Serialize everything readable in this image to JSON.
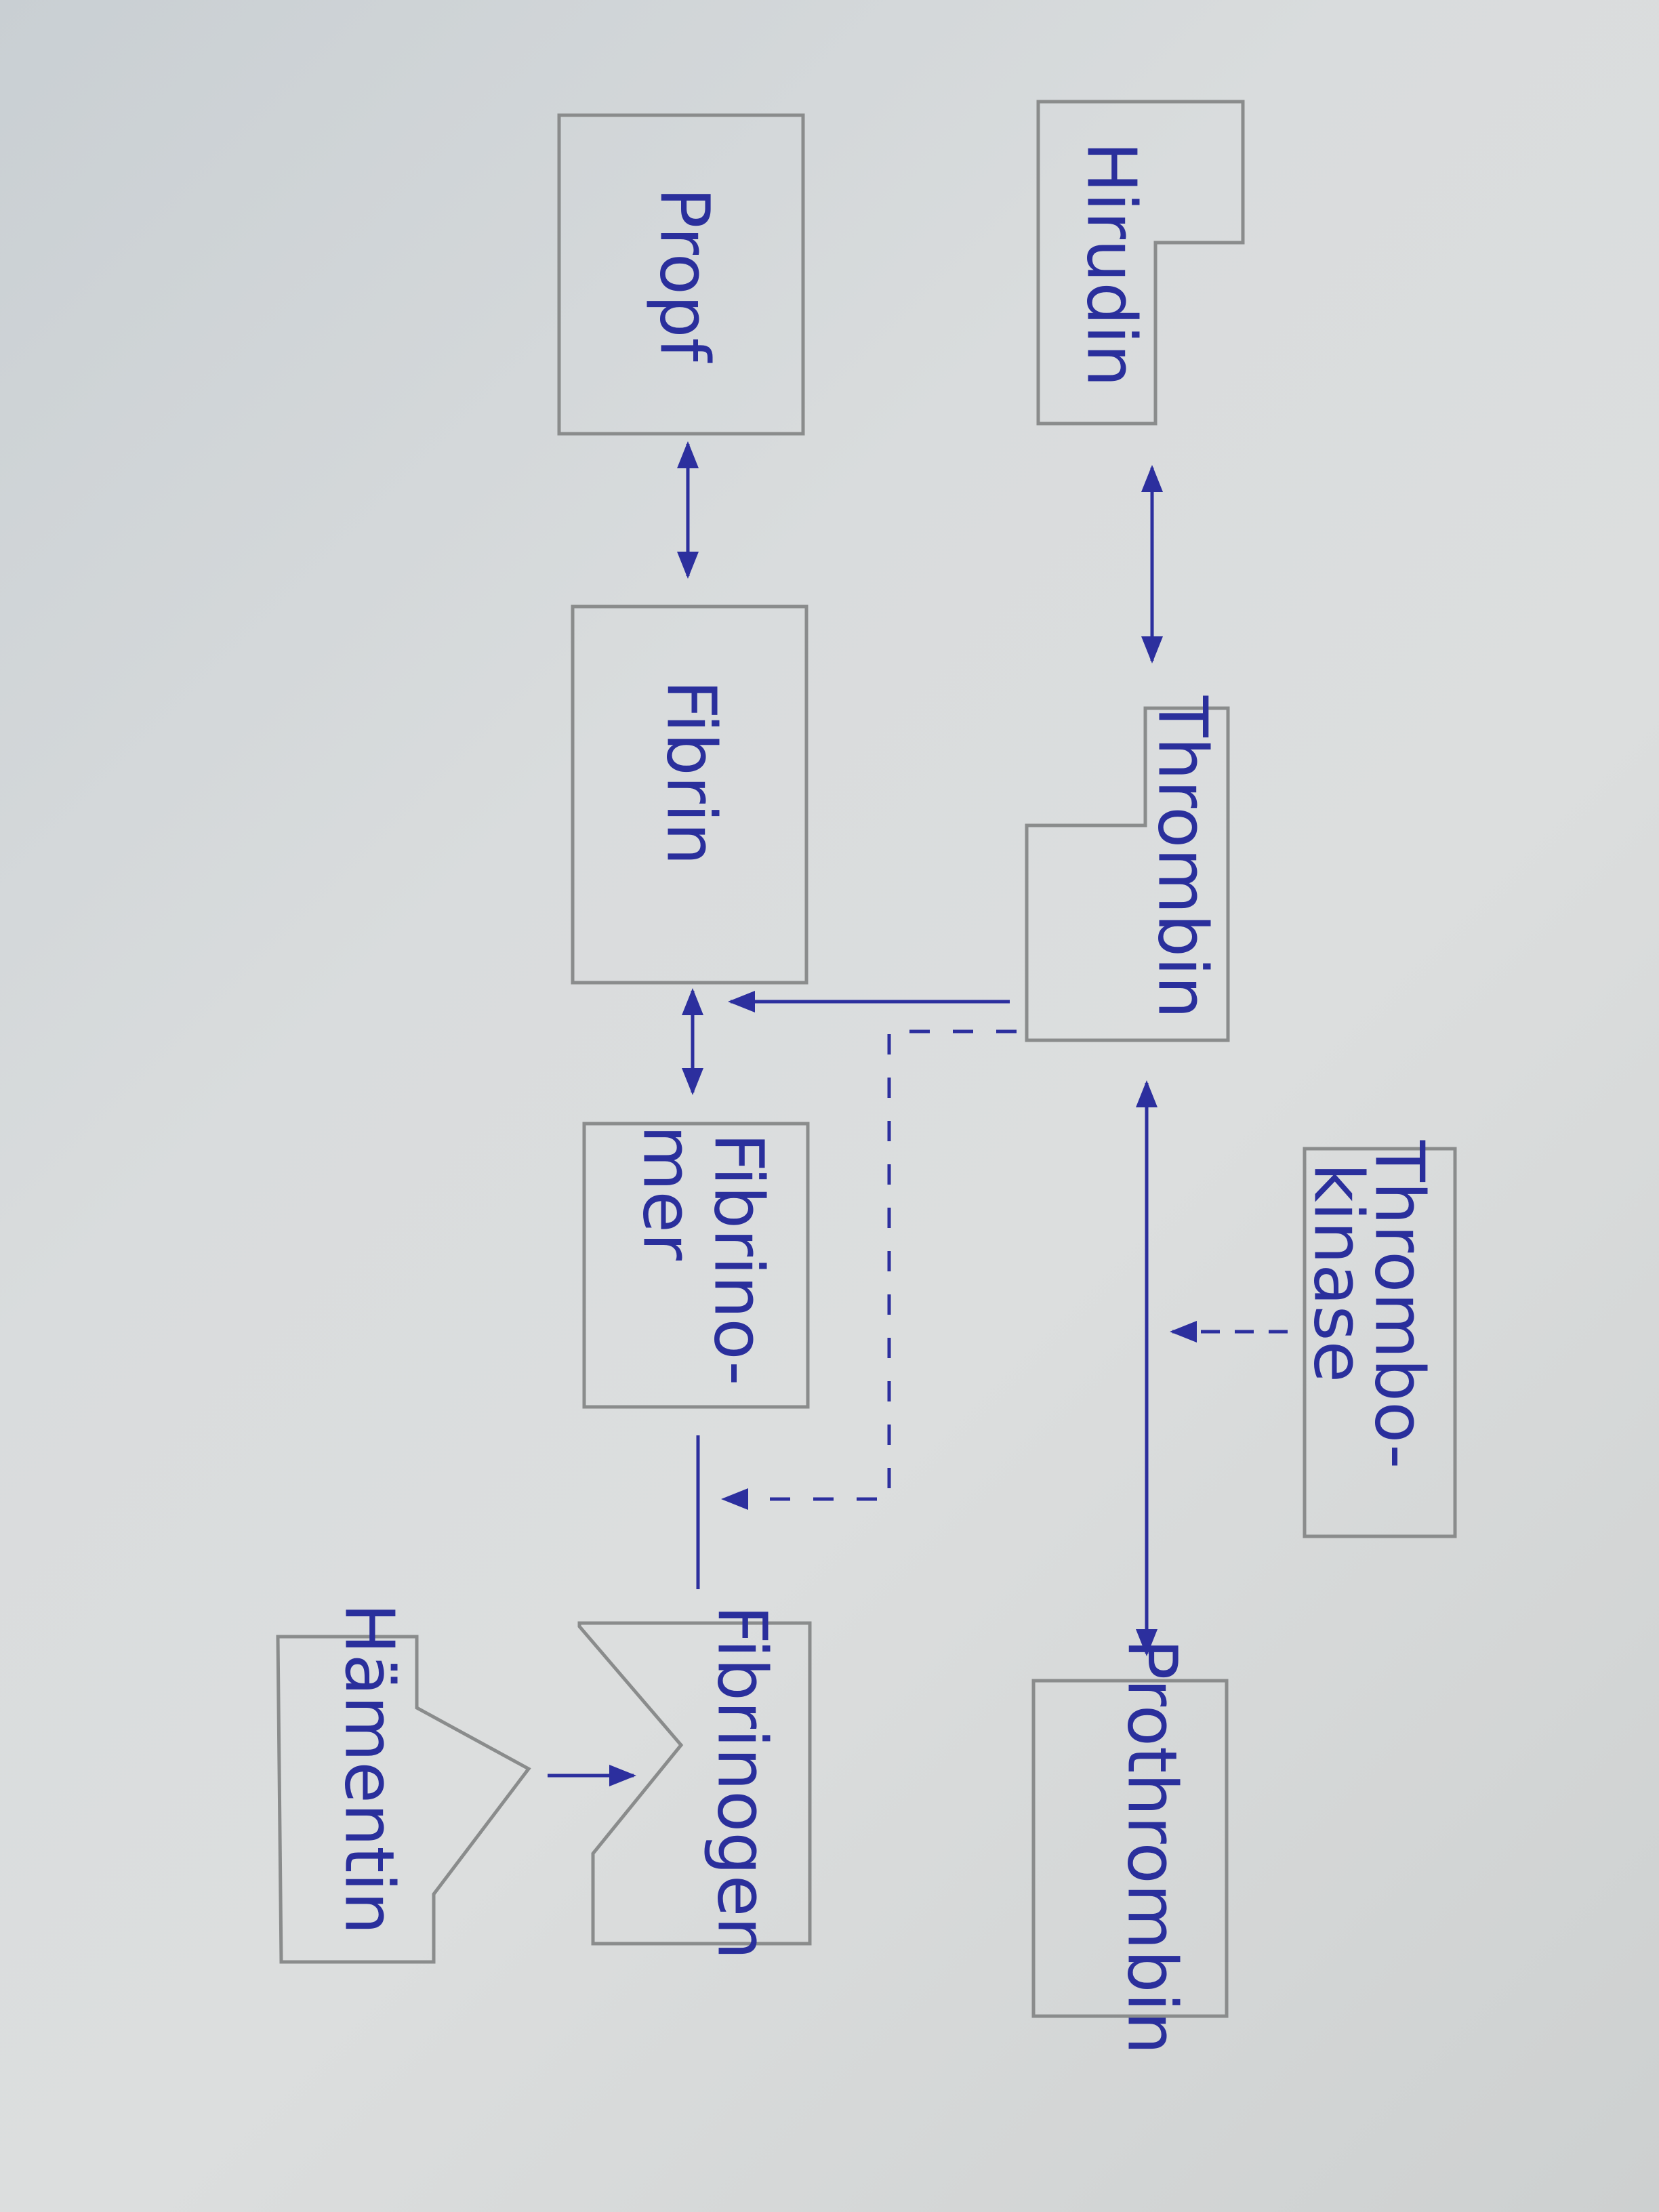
{
  "diagram": {
    "ink_color": "#2c2f9e",
    "box_color": "#8a8c8c",
    "nodes": {
      "hirudin": "Hirudin",
      "propf": "Propf",
      "thrombin": "Thrombin",
      "fibrin": "Fibrin",
      "fibrinomer_line1": "Fibrino-",
      "fibrinomer_line2": "mer",
      "thrombokinase_line1": "Thrombo-",
      "thrombokinase_line2": "kinase",
      "prothrombin": "Prothrombin",
      "fibrinogen": "Fibrinogen",
      "haementin": "Hämentin"
    }
  }
}
